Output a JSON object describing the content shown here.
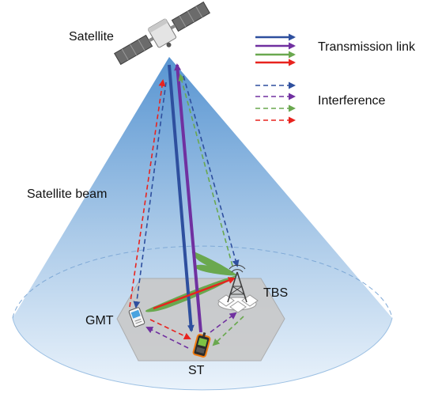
{
  "labels": {
    "satellite": "Satellite",
    "transmission_link": "Transmission link",
    "interference": "Interference",
    "satellite_beam": "Satellite beam",
    "tbs": "TBS",
    "gmt": "GMT",
    "st": "ST"
  },
  "colors": {
    "blue": "#2e4f9e",
    "purple": "#7030a0",
    "green": "#6aa84f",
    "red": "#e8231e",
    "beam": "#8fb7df",
    "platform": "#c8c8c8",
    "lobe": "#6aa84f"
  },
  "legend": {
    "transmission_link_colors": [
      "blue",
      "purple",
      "green",
      "red"
    ],
    "interference_colors": [
      "blue",
      "purple",
      "green",
      "red"
    ]
  },
  "icons": [
    "satellite-icon",
    "tower-icon",
    "handheld-terminal-icon",
    "mobile-terminal-icon"
  ]
}
